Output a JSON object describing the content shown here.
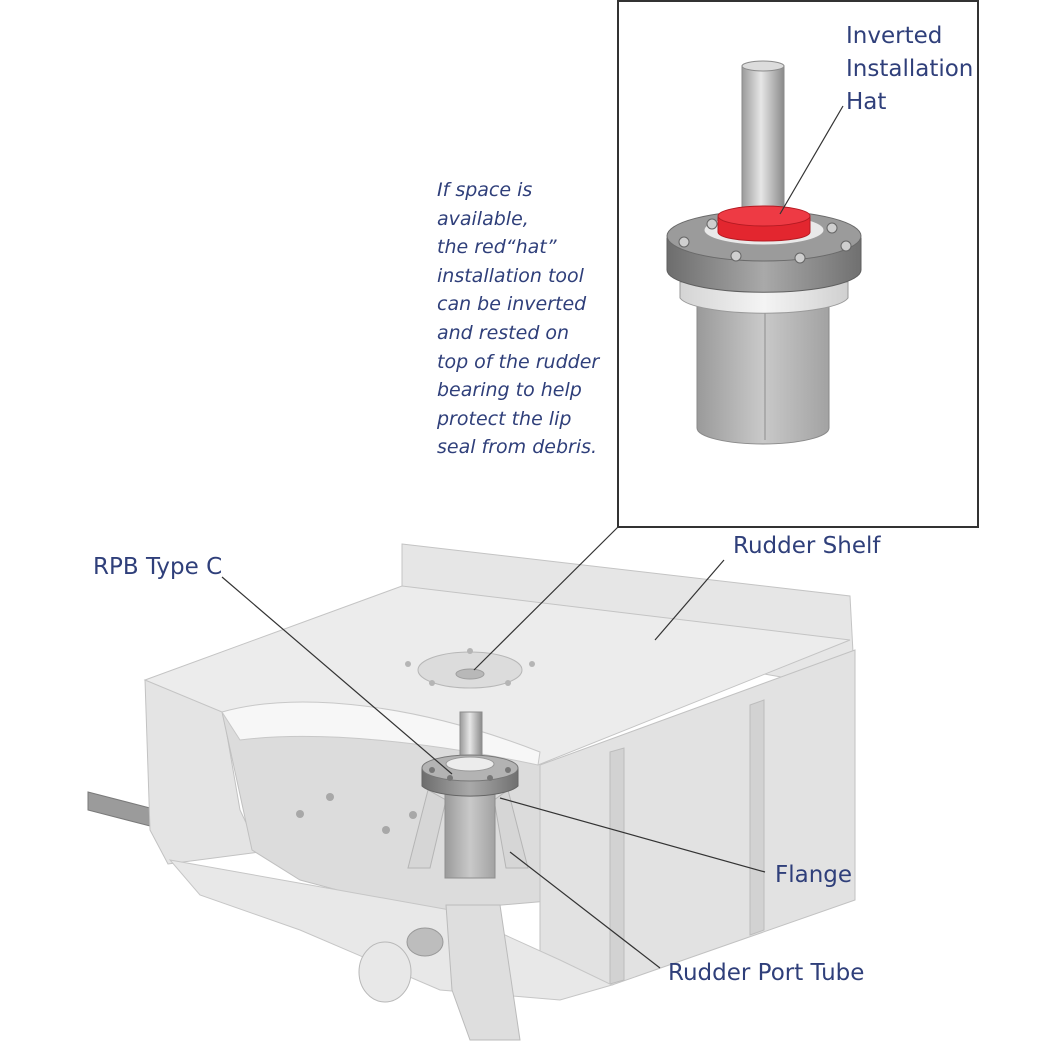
{
  "inset": {
    "title_lines": [
      "Inverted",
      "Installation",
      "Hat"
    ]
  },
  "note": {
    "lines": [
      "If space is",
      "available,",
      "the red“hat”",
      "installation tool",
      "can be inverted",
      "and rested on",
      "top of the rudder",
      "bearing to help",
      "protect the lip",
      "seal from debris."
    ]
  },
  "labels": {
    "rpb_type_c": "RPB Type C",
    "rudder_shelf": "Rudder Shelf",
    "flange": "Flange",
    "rudder_port_tube": "Rudder Port Tube"
  },
  "colors": {
    "text": "#2f3f7a",
    "hat_red": "#e3262f",
    "structure": "#e3e3e3",
    "metal": "#9a9a9a"
  }
}
